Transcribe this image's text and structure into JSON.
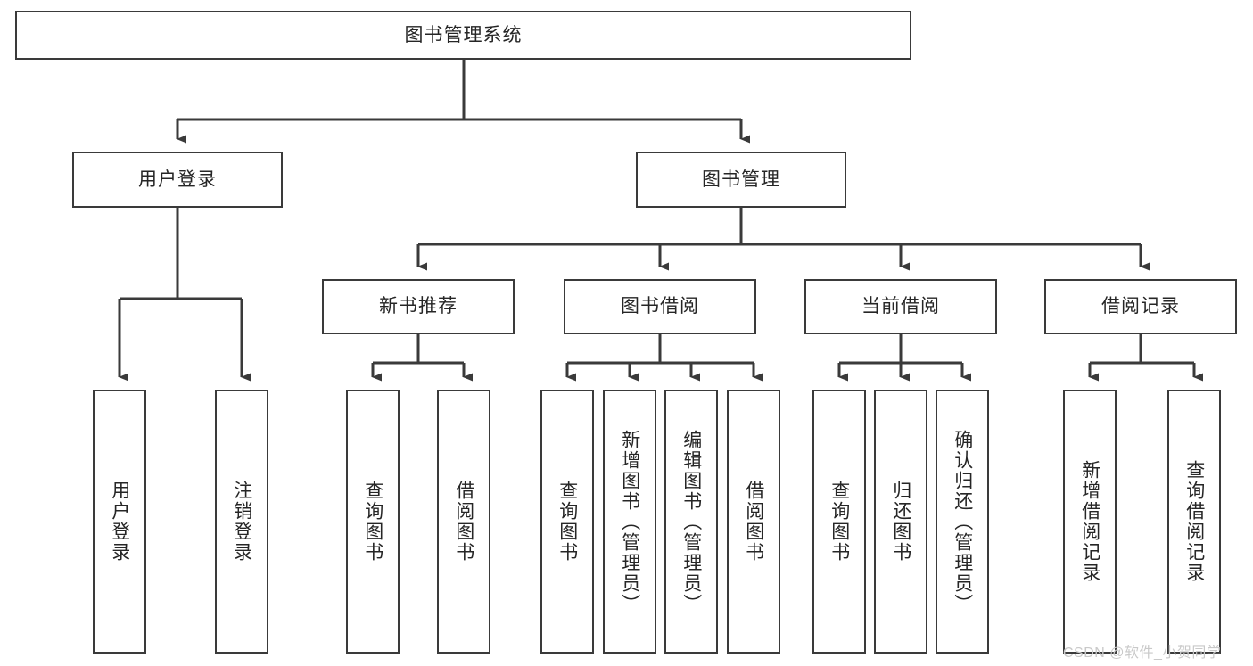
{
  "diagram": {
    "title": "图书管理系统",
    "type": "hierarchy-tree",
    "orientation": "top-down",
    "root": {
      "label": "图书管理系统"
    },
    "level2": [
      {
        "label": "用户登录"
      },
      {
        "label": "图书管理"
      }
    ],
    "level3": [
      {
        "label": "新书推荐"
      },
      {
        "label": "图书借阅"
      },
      {
        "label": "当前借阅"
      },
      {
        "label": "借阅记录"
      }
    ],
    "leaves": {
      "user_login": [
        {
          "label": "用户登录"
        },
        {
          "label": "注销登录"
        }
      ],
      "new_book_recommend": [
        {
          "label": "查询图书"
        },
        {
          "label": "借阅图书"
        }
      ],
      "book_borrow": [
        {
          "label": "查询图书"
        },
        {
          "label": "新增图书（管理员）"
        },
        {
          "label": "编辑图书（管理员）"
        },
        {
          "label": "借阅图书"
        }
      ],
      "current_borrow": [
        {
          "label": "查询图书"
        },
        {
          "label": "归还图书"
        },
        {
          "label": "确认归还（管理员）"
        }
      ],
      "borrow_record": [
        {
          "label": "新增借阅记录"
        },
        {
          "label": "查询借阅记录"
        }
      ]
    }
  },
  "watermark": {
    "text": "CSDN @软件_小贺同学"
  },
  "colors": {
    "stroke": "#3a3a3a",
    "box_fill": "#ffffff",
    "text": "#262626",
    "watermark": "#c9c9c9",
    "page_background": "#ffffff"
  }
}
